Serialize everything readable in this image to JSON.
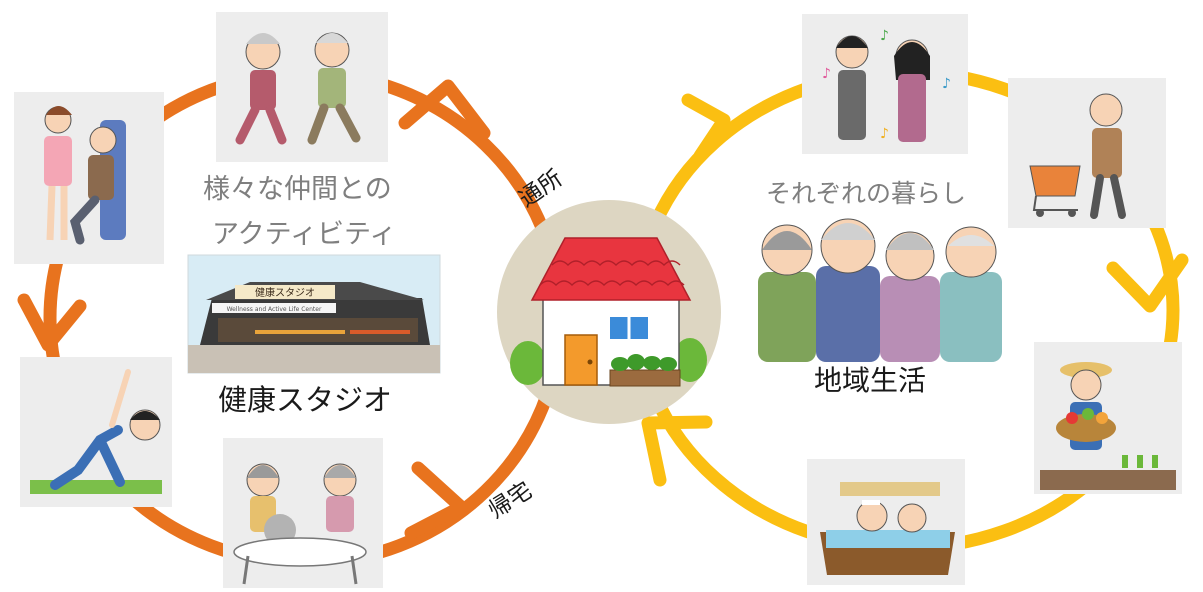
{
  "labels": {
    "commute": "通所",
    "return_home": "帰宅",
    "left_caption_line1": "様々な仲間との",
    "left_caption_line2": "アクティビティ",
    "studio_name": "健康スタジオ",
    "right_caption": "それぞれの暮らし",
    "community_life": "地域生活",
    "building_sign_main": "健康スタジオ",
    "building_sign_sub": "Wellness and Active Life Center"
  },
  "colors": {
    "left_cycle": "#E8731E",
    "right_cycle": "#FBBF12",
    "caption_gray": "#7f7f7f",
    "text_dark": "#1a1a1a",
    "house_circle": "#DDD6C2",
    "roof": "#E8353F"
  },
  "icons": {
    "center": "house-icon",
    "left_cycle": [
      "walking-seniors-icon",
      "leg-exercise-machine-icon",
      "yoga-stretch-icon",
      "tea-table-chat-icon"
    ],
    "right_cycle": [
      "karaoke-couple-icon",
      "shopping-cart-senior-icon",
      "farmer-vegetables-icon",
      "hot-spring-bath-icon"
    ],
    "group": "elderly-group-icon",
    "building": "studio-building-icon"
  }
}
